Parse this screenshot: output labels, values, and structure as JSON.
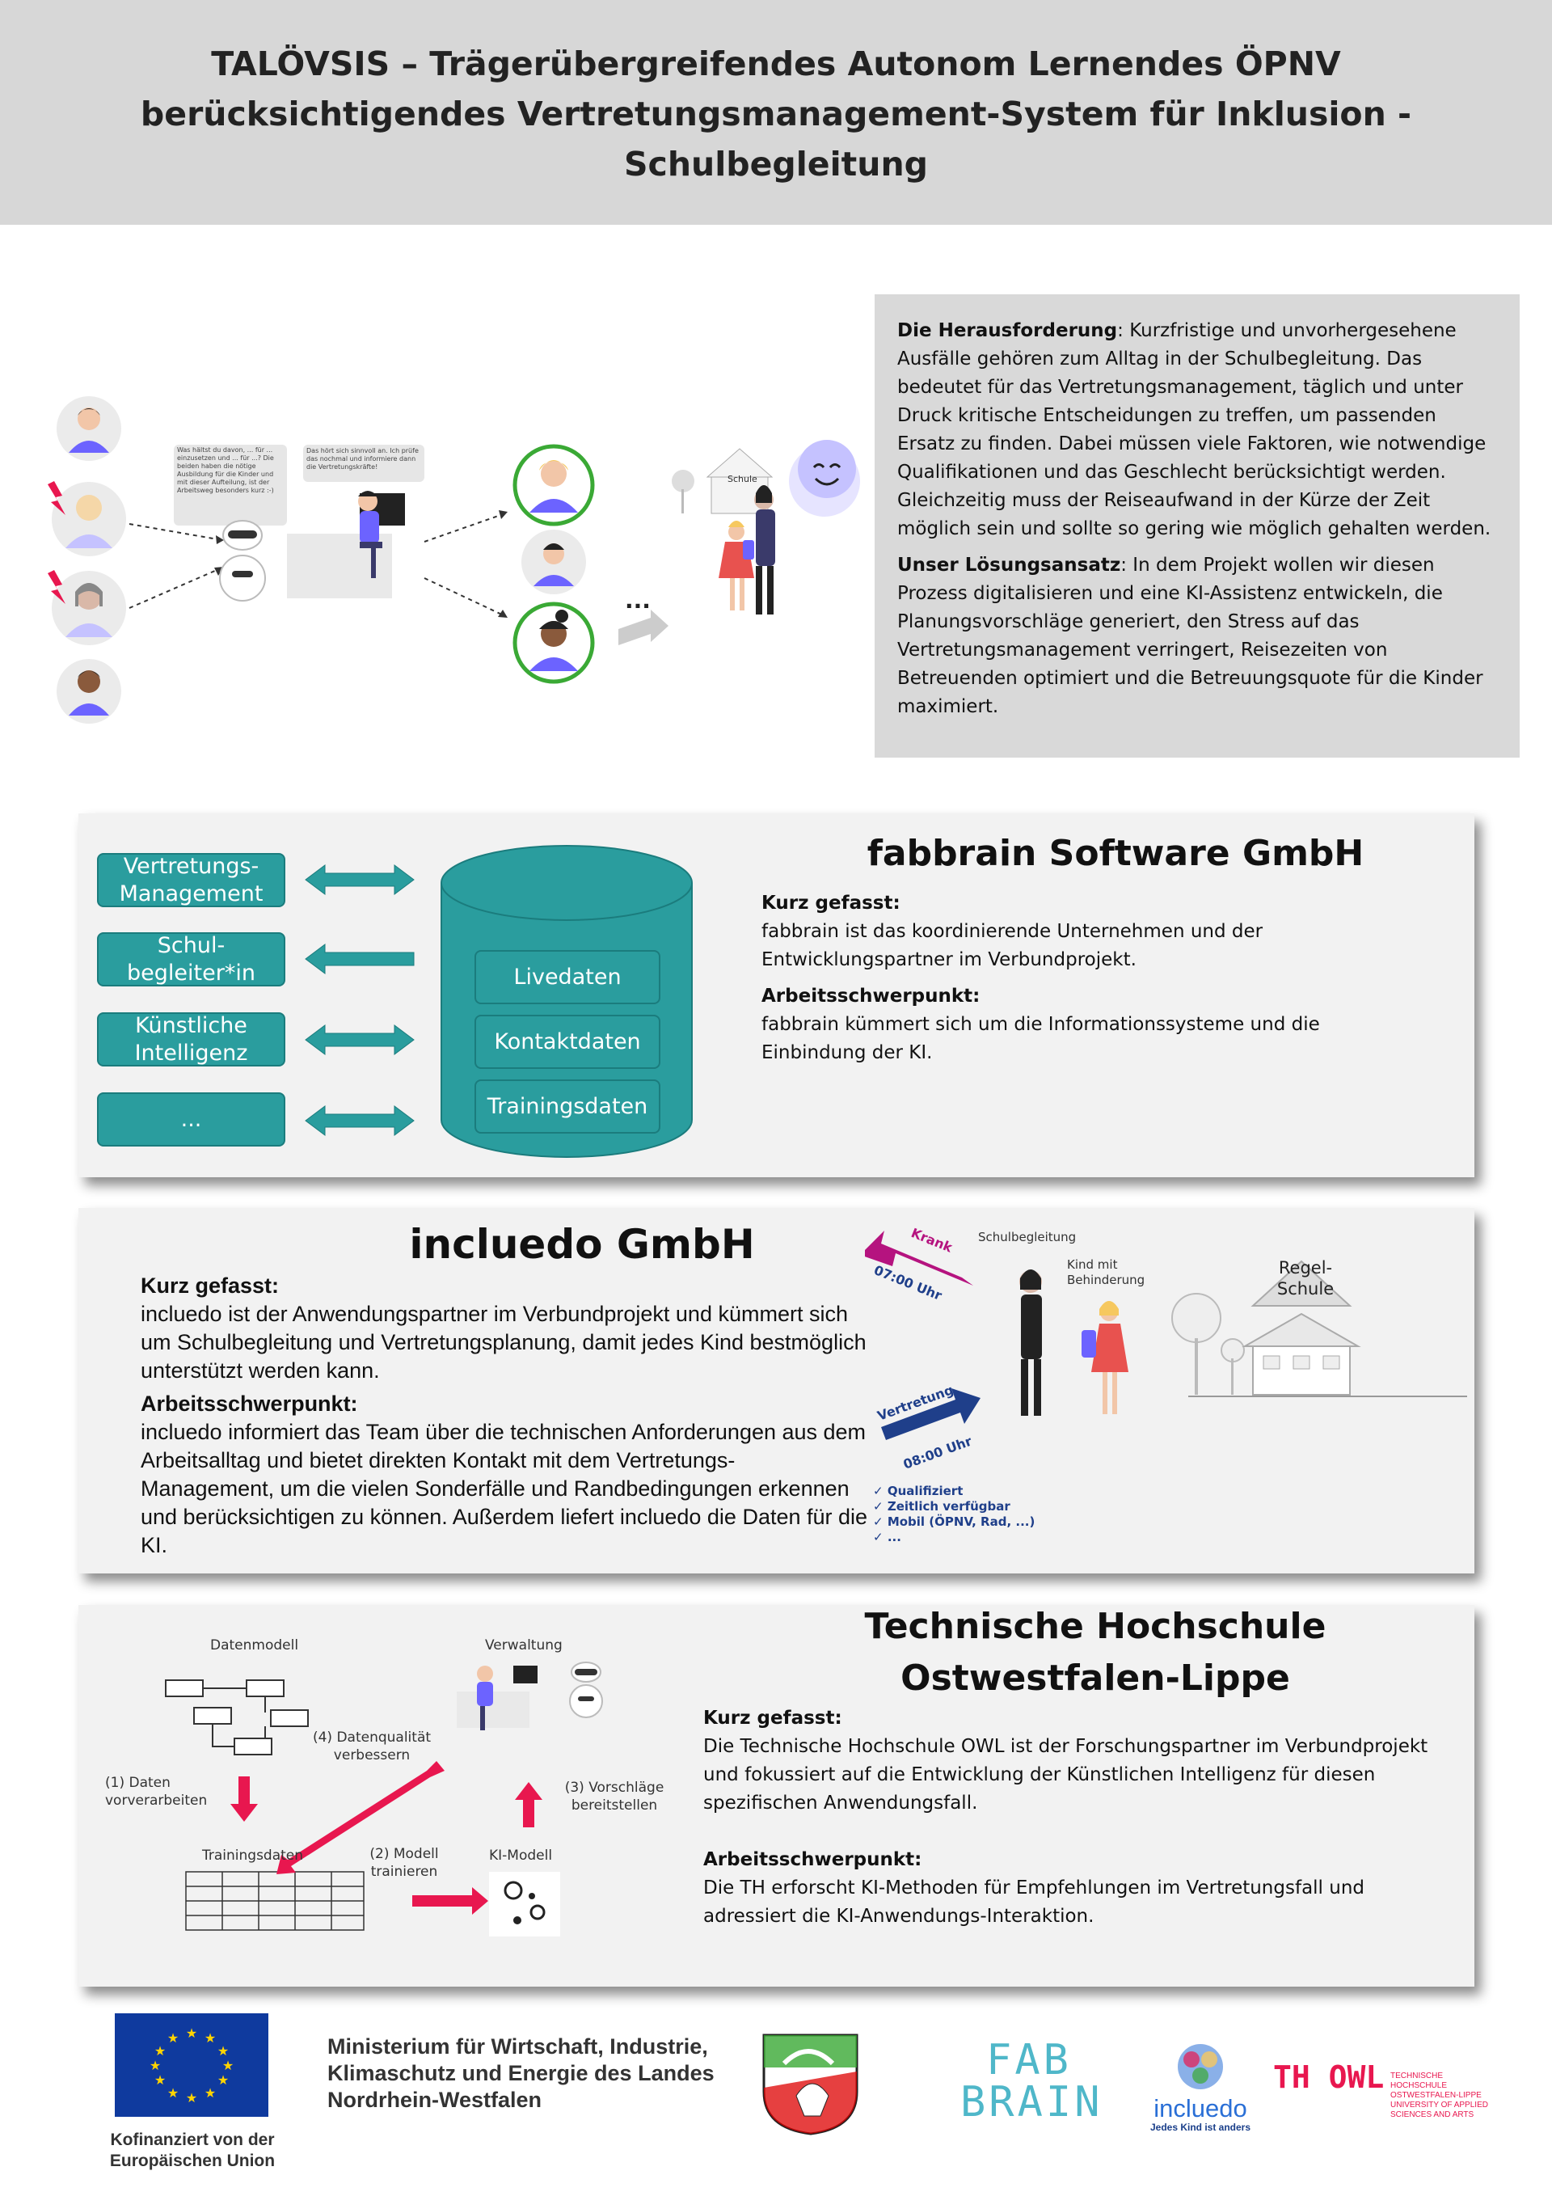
{
  "title": "TALÖVSIS – Trägerübergreifendes Autonom Lernendes ÖPNV berücksichtigendes Vertretungsmanagement-System für Inklusion - Schulbegleitung",
  "intro": {
    "challenge_label": "Die Herausforderung",
    "challenge_text": ": Kurzfristige und unvorhergesehene Ausfälle gehören zum Alltag in der Schulbegleitung. Das bedeutet für das Vertretungsmanagement, täglich und unter Druck kritische Entscheidungen zu treffen, um passenden Ersatz zu finden. Dabei müssen viele Faktoren, wie notwendige Qualifikationen und das Geschlecht berücksichtigt werden. Gleichzeitig muss der Reiseaufwand in der Kürze der Zeit möglich sein und sollte so gering wie möglich gehalten werden.",
    "solution_label": "Unser Lösungsansatz",
    "solution_text": ": In dem Projekt wollen wir diesen Prozess digitalisieren und eine KI-Assistenz entwickeln, die Planungsvorschläge generiert, den Stress auf das Vertretungsmanagement verringert, Reisezeiten von Betreuenden optimiert und die Betreuungsquote für die Kinder maximiert."
  },
  "illustration": {
    "bubble1": "Was hältst du davon, ... für ... einzusetzen und ... für ...? Die beiden haben die nötige Ausbildung für die Kinder und mit dieser Aufteilung, ist der Arbeitsweg besonders kurz :-)",
    "bubble2": "Das hört sich sinnvoll an. Ich prüfe das nochmal und informiere dann die Vertretungskräfte!",
    "ellipsis": "...",
    "school_sign": "Schule"
  },
  "fabbrain": {
    "title": "fabbrain Software GmbH",
    "kurz_label": "Kurz gefasst:",
    "kurz_text": "fabbrain ist das koordinierende Unternehmen und der Entwicklungspartner im Verbundprojekt.",
    "arbeit_label": "Arbeitsschwerpunkt:",
    "arbeit_text": "fabbrain kümmert sich um die Informationssysteme und die Einbindung der KI.",
    "left_boxes": [
      "Vertretungs-Management",
      "Schul-begleiter*in",
      "Künstliche Intelligenz",
      "..."
    ],
    "db_items": [
      "Livedaten",
      "Kontaktdaten",
      "Trainingsdaten"
    ]
  },
  "incluedo": {
    "title": "incluedo GmbH",
    "kurz_label": "Kurz gefasst:",
    "kurz_text": "incluedo ist der Anwendungspartner im Verbundprojekt und kümmert sich um Schulbegleitung und Vertretungsplanung, damit jedes Kind bestmöglich unterstützt werden kann.",
    "arbeit_label": "Arbeitsschwerpunkt:",
    "arbeit_text": "incluedo informiert das Team über die technischen Anforderungen aus dem Arbeitsalltag und bietet direkten Kontakt mit dem Vertretungs-Management, um die vielen Sonderfälle und Randbedingungen erkennen und berücksichtigen zu können. Außerdem liefert incluedo die Daten für die KI.",
    "ill": {
      "krank": "Krank",
      "time1": "07:00 Uhr",
      "vertretung": "Vertretung",
      "time2": "08:00 Uhr",
      "schulbegleitung": "Schulbegleitung",
      "kind": "Kind mit Behinderung",
      "regelschule": "Regel-Schule",
      "checks": [
        "Qualifiziert",
        "Zeitlich verfügbar",
        "Mobil (ÖPNV, Rad, ...)",
        "..."
      ]
    }
  },
  "th": {
    "title": "Technische Hochschule Ostwestfalen-Lippe",
    "kurz_label": "Kurz gefasst:",
    "kurz_text": "Die Technische Hochschule OWL ist der Forschungspartner im Verbundprojekt und fokussiert auf die Entwicklung der Künstlichen Intelligenz für diesen spezifischen Anwendungsfall.",
    "arbeit_label": "Arbeitsschwerpunkt:",
    "arbeit_text": "Die TH erforscht KI-Methoden für Empfehlungen im Vertretungsfall und adressiert die KI-Anwendungs-Interaktion.",
    "diagram": {
      "datenmodell": "Datenmodell",
      "verwaltung": "Verwaltung",
      "step4": "(4) Datenqualität verbessern",
      "step1": "(1) Daten vorverarbeiten",
      "step3": "(3) Vorschläge bereitstellen",
      "trainingsdaten": "Trainingsdaten",
      "step2": "(2) Modell trainieren",
      "kimodell": "KI-Modell"
    }
  },
  "footer": {
    "eu_caption": "Kofinanziert von der Europäischen Union",
    "ministry": "Ministerium für Wirtschaft, Industrie, Klimaschutz und Energie des Landes Nordrhein-Westfalen",
    "fab_logo_line1": "FAB",
    "fab_logo_line2": "BRAIN",
    "incluedo_logo": "incluedo",
    "incluedo_tagline": "Jedes Kind ist anders",
    "th_logo": "TH OWL",
    "th_tagline": "TECHNISCHE HOCHSCHULE OSTWESTFALEN-LIPPE UNIVERSITY OF APPLIED SCIENCES AND ARTS"
  },
  "colors": {
    "teal": "#2a9d9e",
    "purple": "#6c63ff",
    "magenta": "#b5137f",
    "red": "#e8174f",
    "blue": "#1f3f8a",
    "green": "#3aa935"
  }
}
